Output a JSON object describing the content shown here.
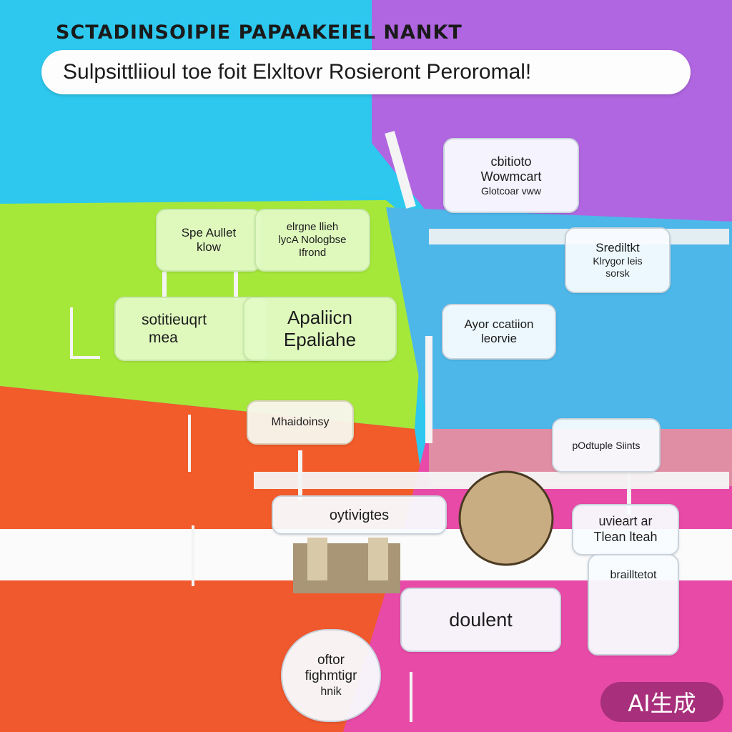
{
  "diagram": {
    "title_top": "SCTADINSOIPIE PAPAAKEIEL NANKT",
    "banner": "Sulpsittliioul toe foit Elxltovr Rosieront Peroromal!",
    "nodes": {
      "top_right_card": [
        "cbitioto",
        "Wowmcart",
        "Glotcoar vww"
      ],
      "left_small": [
        "Spe Aullet",
        "klow"
      ],
      "left_small_right": [
        "elrgne llieh",
        "lycA Nologbse",
        "Ifrond"
      ],
      "right_mid": [
        "Srediltkt",
        "Klrygor leis",
        "sorsk"
      ],
      "green_left": [
        "sotitieuqrt",
        "mea"
      ],
      "green_center": [
        "Apaliicn",
        "Epaliahe"
      ],
      "blue_card": [
        "Ayor ccatiion",
        "leorvie"
      ],
      "middle_label": "Mhaidoinsy",
      "right_lower": "pOdtuple Siints",
      "bottom_left": "oytivigtes",
      "bottom_right_top": [
        "uvieart ar",
        "Tlean lteah"
      ],
      "bottom_right_bottom": "brailltetot",
      "bottom_center": [
        "doulent"
      ],
      "circle_bottom": [
        "oftor",
        "fighmtigr",
        "hnik"
      ]
    }
  },
  "watermark": "AI生成"
}
